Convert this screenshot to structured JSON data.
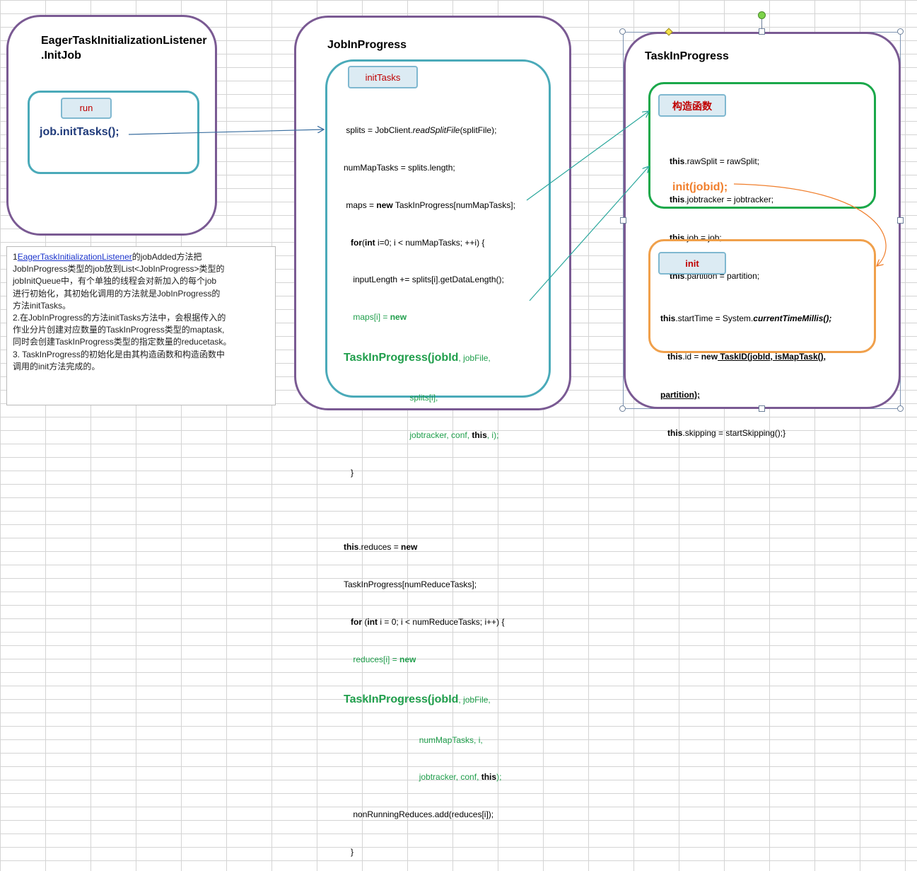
{
  "listener": {
    "title_line1": "EagerTaskInitializationListener",
    "title_line2": ".InitJob",
    "tag": "run",
    "call": "job.initTasks();"
  },
  "job": {
    "title": "JobInProgress",
    "tag": "initTasks",
    "code": {
      "l1_a": "splits = JobClient.",
      "l1_b": "readSplitFile",
      "l1_c": "(splitFile);",
      "l2": "numMapTasks = splits.length;",
      "l3_a": "maps = ",
      "l3_b": "new",
      "l3_c": " TaskInProgress[numMapTasks];",
      "l4_a": "for",
      "l4_b": "(",
      "l4_c": "int",
      "l4_d": " i=0; i < numMapTasks; ++i) {",
      "l5": "inputLength += splits[i].getDataLength();",
      "l6_a": "maps[i] = ",
      "l6_b": "new",
      "l7_a": "TaskInProgress(jobId",
      "l7_b": ", jobFile,",
      "l8": "splits[i],",
      "l9_a": "jobtracker, conf, ",
      "l9_b": "this",
      "l9_c": ", i);",
      "l10": "}",
      "l11_a": "this",
      "l11_b": ".reduces = ",
      "l11_c": "new",
      "l12": "TaskInProgress[numReduceTasks];",
      "l13_a": "for",
      "l13_b": " (",
      "l13_c": "int",
      "l13_d": " i = 0; i < numReduceTasks; i++) {",
      "l14_a": "reduces[i] = ",
      "l14_b": "new",
      "l15_a": "TaskInProgress(jobId",
      "l15_b": ", jobFile,",
      "l16": "numMapTasks, i,",
      "l17_a": "jobtracker, conf, ",
      "l17_b": "this",
      "l17_c": ");",
      "l18": "nonRunningReduces.add(reduces[i]);",
      "l19": "}"
    }
  },
  "task": {
    "title": "TaskInProgress",
    "ctor_tag": "构造函数",
    "ctor": {
      "l1_a": "this",
      "l1_b": ".rawSplit = rawSplit;",
      "l2_a": "this",
      "l2_b": ".jobtracker = jobtracker;",
      "l3_a": "this",
      "l3_b": ".job = job;",
      "l4_a": "this",
      "l4_b": ".partition = partition;",
      "l5": "init(jobid);"
    },
    "init_tag": "init",
    "init": {
      "l1_a": "this",
      "l1_b": ".startTime = System.",
      "l1_c": "currentTimeMillis();",
      "l2_a": "this",
      "l2_b": ".id = ",
      "l2_c": "new",
      "l2_d": " TaskID(jobId, isMapTask(),",
      "l3": "partition);",
      "l4_a": "this",
      "l4_b": ".skipping = startSkipping();}"
    }
  },
  "note": {
    "l1_a": "1",
    "l1_link": "EagerTaskInitializationListener",
    "l1_b": "的jobAdded方法把",
    "l2": "JobInProgress类型的job放到List<JobInProgress>类型的",
    "l3": "jobInitQueue中，有个单独的线程会对新加入的每个job",
    "l4": "进行初始化，其初始化调用的方法就是JobInProgress的",
    "l5": "方法initTasks。",
    "l6": "2.在JobInProgress的方法initTasks方法中，会根据传入的",
    "l7": "作业分片创建对应数量的TaskInProgress类型的maptask,",
    "l8": "同时会创建TaskInProgress类型的指定数量的reducetask。",
    "l9": "3. TaskInProgress的初始化是由其构造函数和构造函数中",
    "l10": "调用的init方法完成的。"
  },
  "colors": {
    "outer_border": "#7a5a93",
    "inner_teal": "#4aaab9",
    "ctor_green": "#1aa84a",
    "init_orange": "#f0a04b",
    "tag_fill": "#dcebf3",
    "tag_text": "#c00000",
    "code_green": "#1f9e4b",
    "init_call": "#f07f2d",
    "arrow_blue": "#3b6fa0",
    "arrow_teal": "#2aa79c"
  }
}
